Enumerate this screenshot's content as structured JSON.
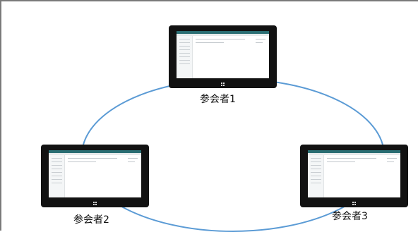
{
  "participants": [
    {
      "label": "参会者1"
    },
    {
      "label": "参会者2"
    },
    {
      "label": "参会者3"
    }
  ],
  "colors": {
    "ring": "#5b9bd5",
    "device": "#121212",
    "app_bar": "#2a6e73"
  },
  "icons": {
    "device_home": "windows-logo-icon"
  }
}
